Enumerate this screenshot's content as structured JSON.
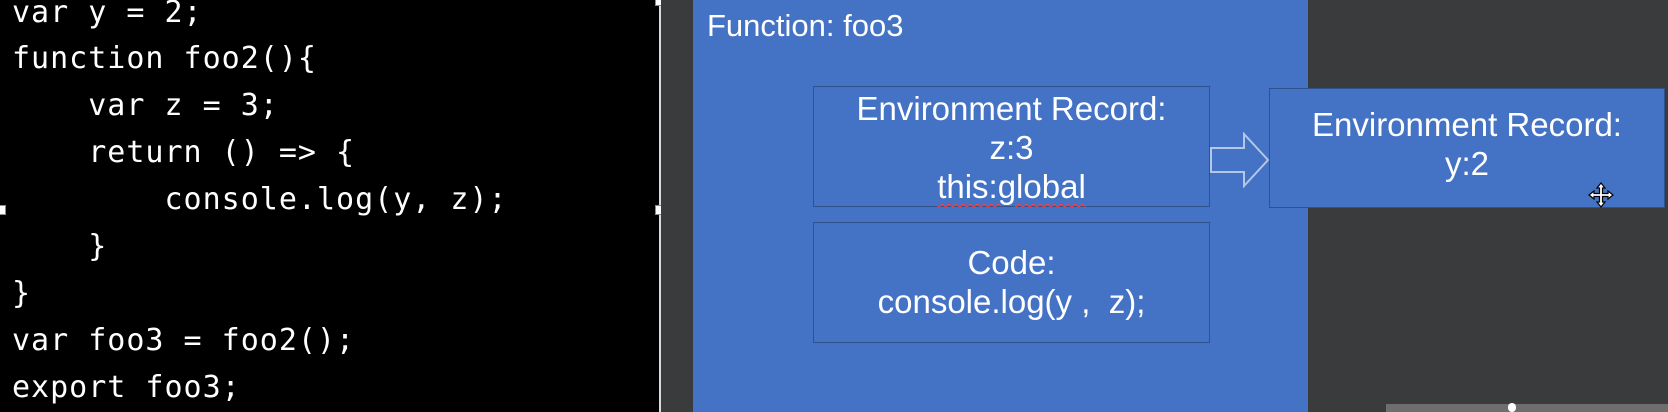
{
  "code": {
    "lines": [
      "var y = 2;",
      "function foo2(){",
      "    var z = 3;",
      "    return () => {",
      "        console.log(y, z);",
      "    }",
      "}",
      "var foo3 = foo2();",
      "export foo3;"
    ]
  },
  "diagram": {
    "function_title": "Function: foo3",
    "inner_environment": {
      "title": "Environment Record:",
      "lines": [
        "z:3",
        "this:global"
      ]
    },
    "code_box": {
      "title": "Code:",
      "text": "console.log(y ,  z);"
    },
    "outer_environment": {
      "title": "Environment Record:",
      "lines": [
        "y:2"
      ]
    }
  },
  "colors": {
    "box_fill": "#4472c4",
    "box_border": "#2f528f",
    "code_background": "#000000",
    "slide_background": "#3a3b3d",
    "text": "#ffffff"
  },
  "icons": [
    "move-cursor-icon",
    "arrow-icon"
  ]
}
